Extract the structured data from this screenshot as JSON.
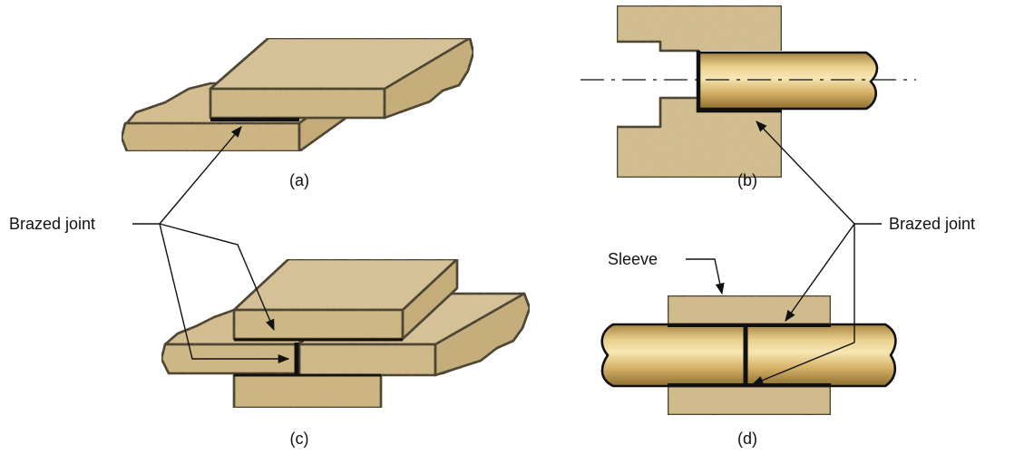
{
  "captions": {
    "a": "(a)",
    "b": "(b)",
    "c": "(c)",
    "d": "(d)"
  },
  "labels": {
    "brazed_joint_left": "Brazed joint",
    "brazed_joint_right": "Brazed joint",
    "sleeve": "Sleeve"
  },
  "colors": {
    "plate_top": "#dcc79c",
    "plate_side": "#cbb27f",
    "plate_front": "#d4bc8b",
    "rod_light": "#f2dfa8",
    "rod_mid": "#d8b66c",
    "rod_dark": "#9e7c3a",
    "ink": "#111111"
  }
}
